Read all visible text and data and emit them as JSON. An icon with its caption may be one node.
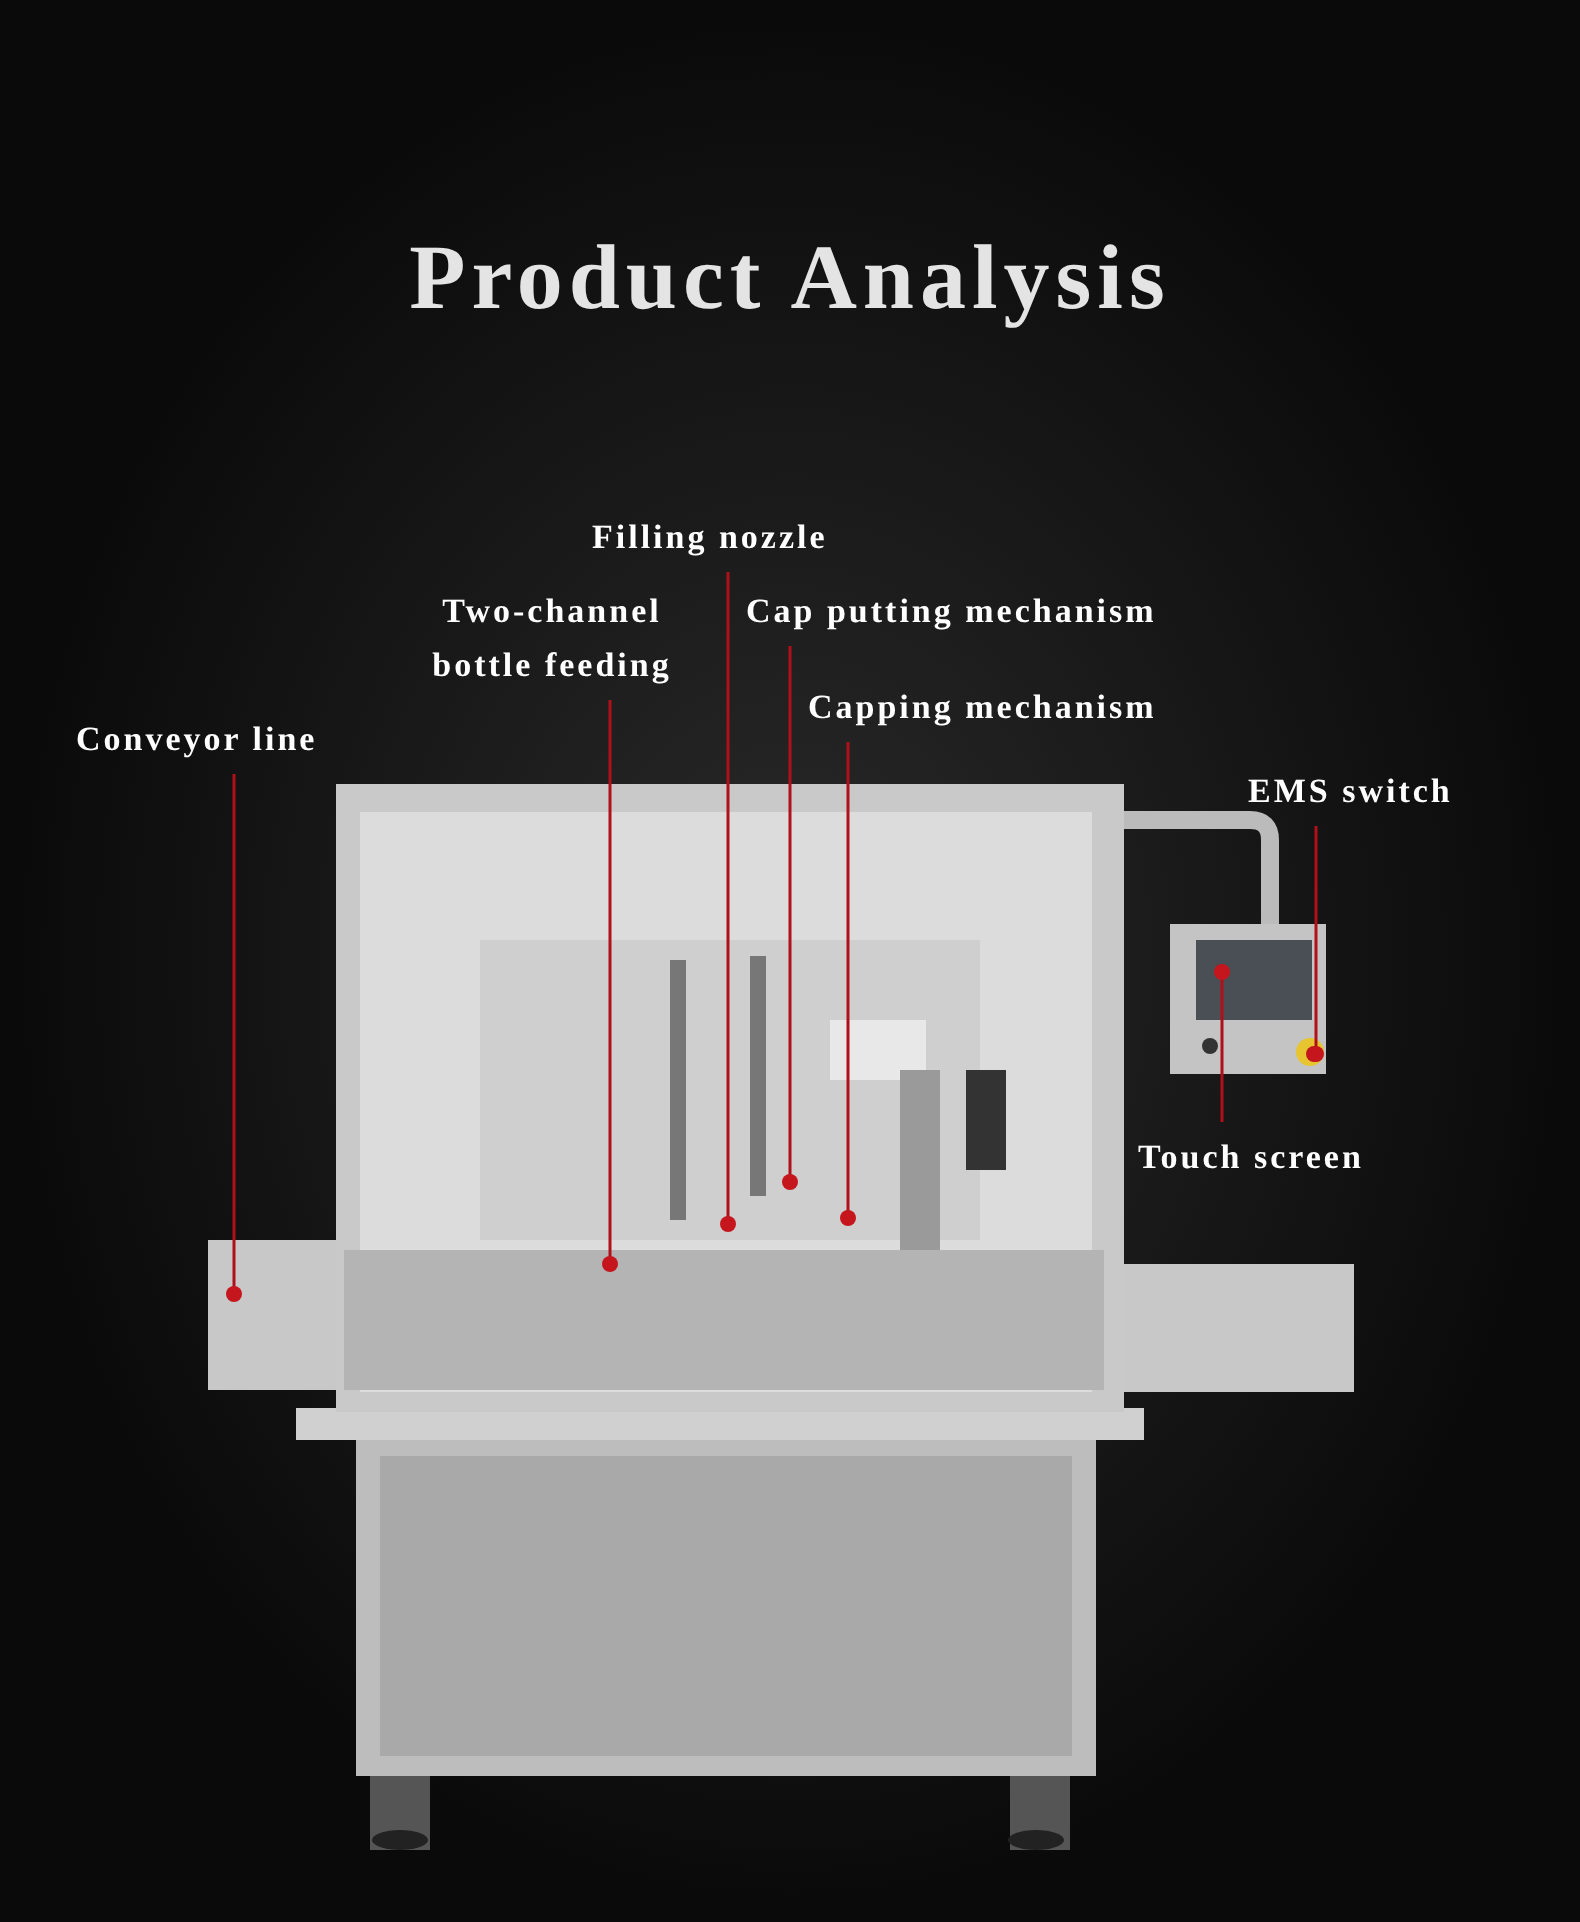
{
  "diagram": {
    "title": "Product Analysis",
    "nodes": [
      {
        "text": [
          "Filling nozzle"
        ]
      },
      {
        "text": [
          "Two-channel bottle feeding"
        ]
      },
      {
        "text": [
          "Cap putting mechanism"
        ]
      },
      {
        "text": [
          "Capping mechanism"
        ]
      },
      {
        "text": [
          "Conveyor line"
        ]
      },
      {
        "text": [
          "EMS switch"
        ]
      },
      {
        "text": [
          "Touch screen"
        ]
      }
    ],
    "edges": [
      {
        "from": 0,
        "to": null,
        "arrow": "other"
      },
      {
        "from": 1,
        "to": null,
        "arrow": "other"
      },
      {
        "from": 2,
        "to": null,
        "arrow": "other"
      },
      {
        "from": 3,
        "to": null,
        "arrow": "other"
      },
      {
        "from": 4,
        "to": null,
        "arrow": "other"
      },
      {
        "from": 5,
        "to": null,
        "arrow": "other"
      },
      {
        "from": 6,
        "to": null,
        "arrow": "other"
      }
    ]
  }
}
